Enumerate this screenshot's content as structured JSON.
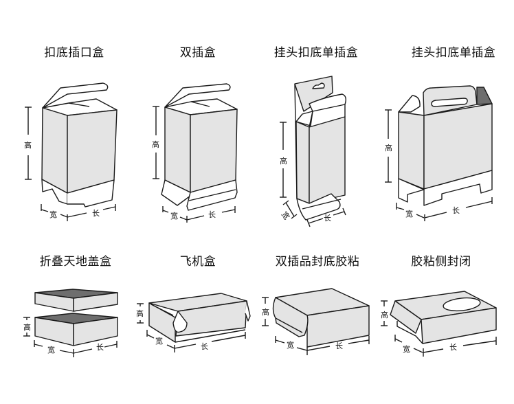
{
  "colors": {
    "face": "#e4e4e4",
    "dark_face": "#6e6e6e",
    "line": "#1a1a1a",
    "background": "#ffffff"
  },
  "dimension_labels": {
    "height": "高",
    "width": "宽",
    "length": "长"
  },
  "boxes": [
    {
      "title": "扣底插口盒",
      "icon": "tuck-top-snap-lock-bottom-box"
    },
    {
      "title": "双插盒",
      "icon": "double-tuck-box"
    },
    {
      "title": "挂头扣底单插盒",
      "icon": "hanger-tab-snap-bottom-box"
    },
    {
      "title": "挂头扣底单插盒",
      "icon": "handle-snap-bottom-box"
    },
    {
      "title": "折叠天地盖盒",
      "icon": "folding-lid-and-base-box"
    },
    {
      "title": "飞机盒",
      "icon": "mailer-box"
    },
    {
      "title": "双插品封底胶粘",
      "icon": "double-tuck-glued-bottom-box"
    },
    {
      "title": "胶粘侧封闭",
      "icon": "glued-side-seal-tissue-box"
    }
  ]
}
